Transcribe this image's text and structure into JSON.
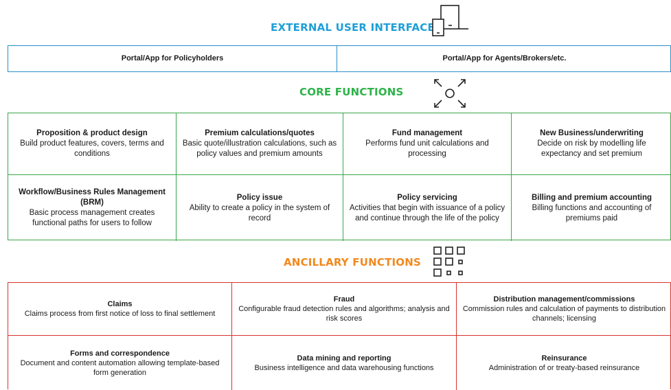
{
  "sections": {
    "external": {
      "title": "EXTERNAL USER INTERFACES",
      "icon": "devices-icon",
      "color": "#1e9fd8",
      "items": [
        {
          "title": "Portal/App for Policyholders"
        },
        {
          "title": "Portal/App for Agents/Brokers/etc."
        }
      ]
    },
    "core": {
      "title": "CORE FUNCTIONS",
      "icon": "focus-expand-icon",
      "color": "#2eb34a",
      "items": [
        {
          "title": "Proposition & product design",
          "desc": "Build product features, covers, terms and conditions"
        },
        {
          "title": "Premium calculations/quotes",
          "desc": "Basic quote/illustration calculations, such as policy values and premium amounts"
        },
        {
          "title": "Fund management",
          "desc": "Performs fund unit calculations and processing"
        },
        {
          "title": "New Business/underwriting",
          "desc": "Decide on risk by modelling life expectancy and set premium"
        },
        {
          "title": "Workflow/Business Rules Management (BRM)",
          "desc": "Basic process management creates functional paths for users to follow"
        },
        {
          "title": "Policy issue",
          "desc": "Ability to create a policy in the system of record"
        },
        {
          "title": "Policy servicing",
          "desc": "Activities that begin with issuance of a policy and continue through the life of the policy"
        },
        {
          "title": "Billing and premium accounting",
          "desc": "Billing functions and accounting of premiums paid"
        }
      ]
    },
    "ancillary": {
      "title": "ANCILLARY FUNCTIONS",
      "icon": "grid-squares-icon",
      "color": "#f2891d",
      "items": [
        {
          "title": "Claims",
          "desc": "Claims process from first notice of loss to final settlement"
        },
        {
          "title": "Fraud",
          "desc": "Configurable fraud detection rules and algorithms; analysis and risk scores"
        },
        {
          "title": "Distribution management/commissions",
          "desc": "Commission rules and calculation of payments to distribution channels; licensing"
        },
        {
          "title": "Forms and correspondence",
          "desc": "Document and content automation allowing template-based form generation"
        },
        {
          "title": "Data mining and reporting",
          "desc": "Business intelligence and data warehousing functions"
        },
        {
          "title": "Reinsurance",
          "desc": "Administration of or treaty-based reinsurance"
        }
      ]
    }
  }
}
